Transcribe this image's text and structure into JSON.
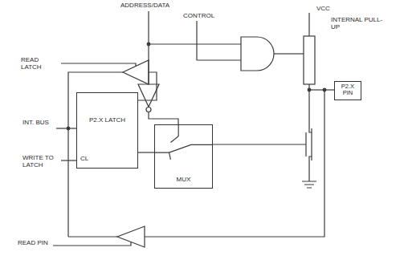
{
  "diagram": {
    "nodes": [
      {
        "text": [
          "P2.X LATCH",
          "CL"
        ]
      },
      {
        "text": [
          "MUX"
        ]
      },
      {
        "text": [
          "P2.X PIN"
        ]
      }
    ],
    "edges": [
      {
        "from": 0,
        "to": 1,
        "arrow": "none"
      }
    ],
    "labels": [
      "ADDRESS/DATA",
      "CONTROL",
      "VCC",
      "INTERNAL PULL-UP",
      "READ LATCH",
      "INT. BUS",
      "WRITE TO LATCH",
      "READ PIN"
    ]
  }
}
